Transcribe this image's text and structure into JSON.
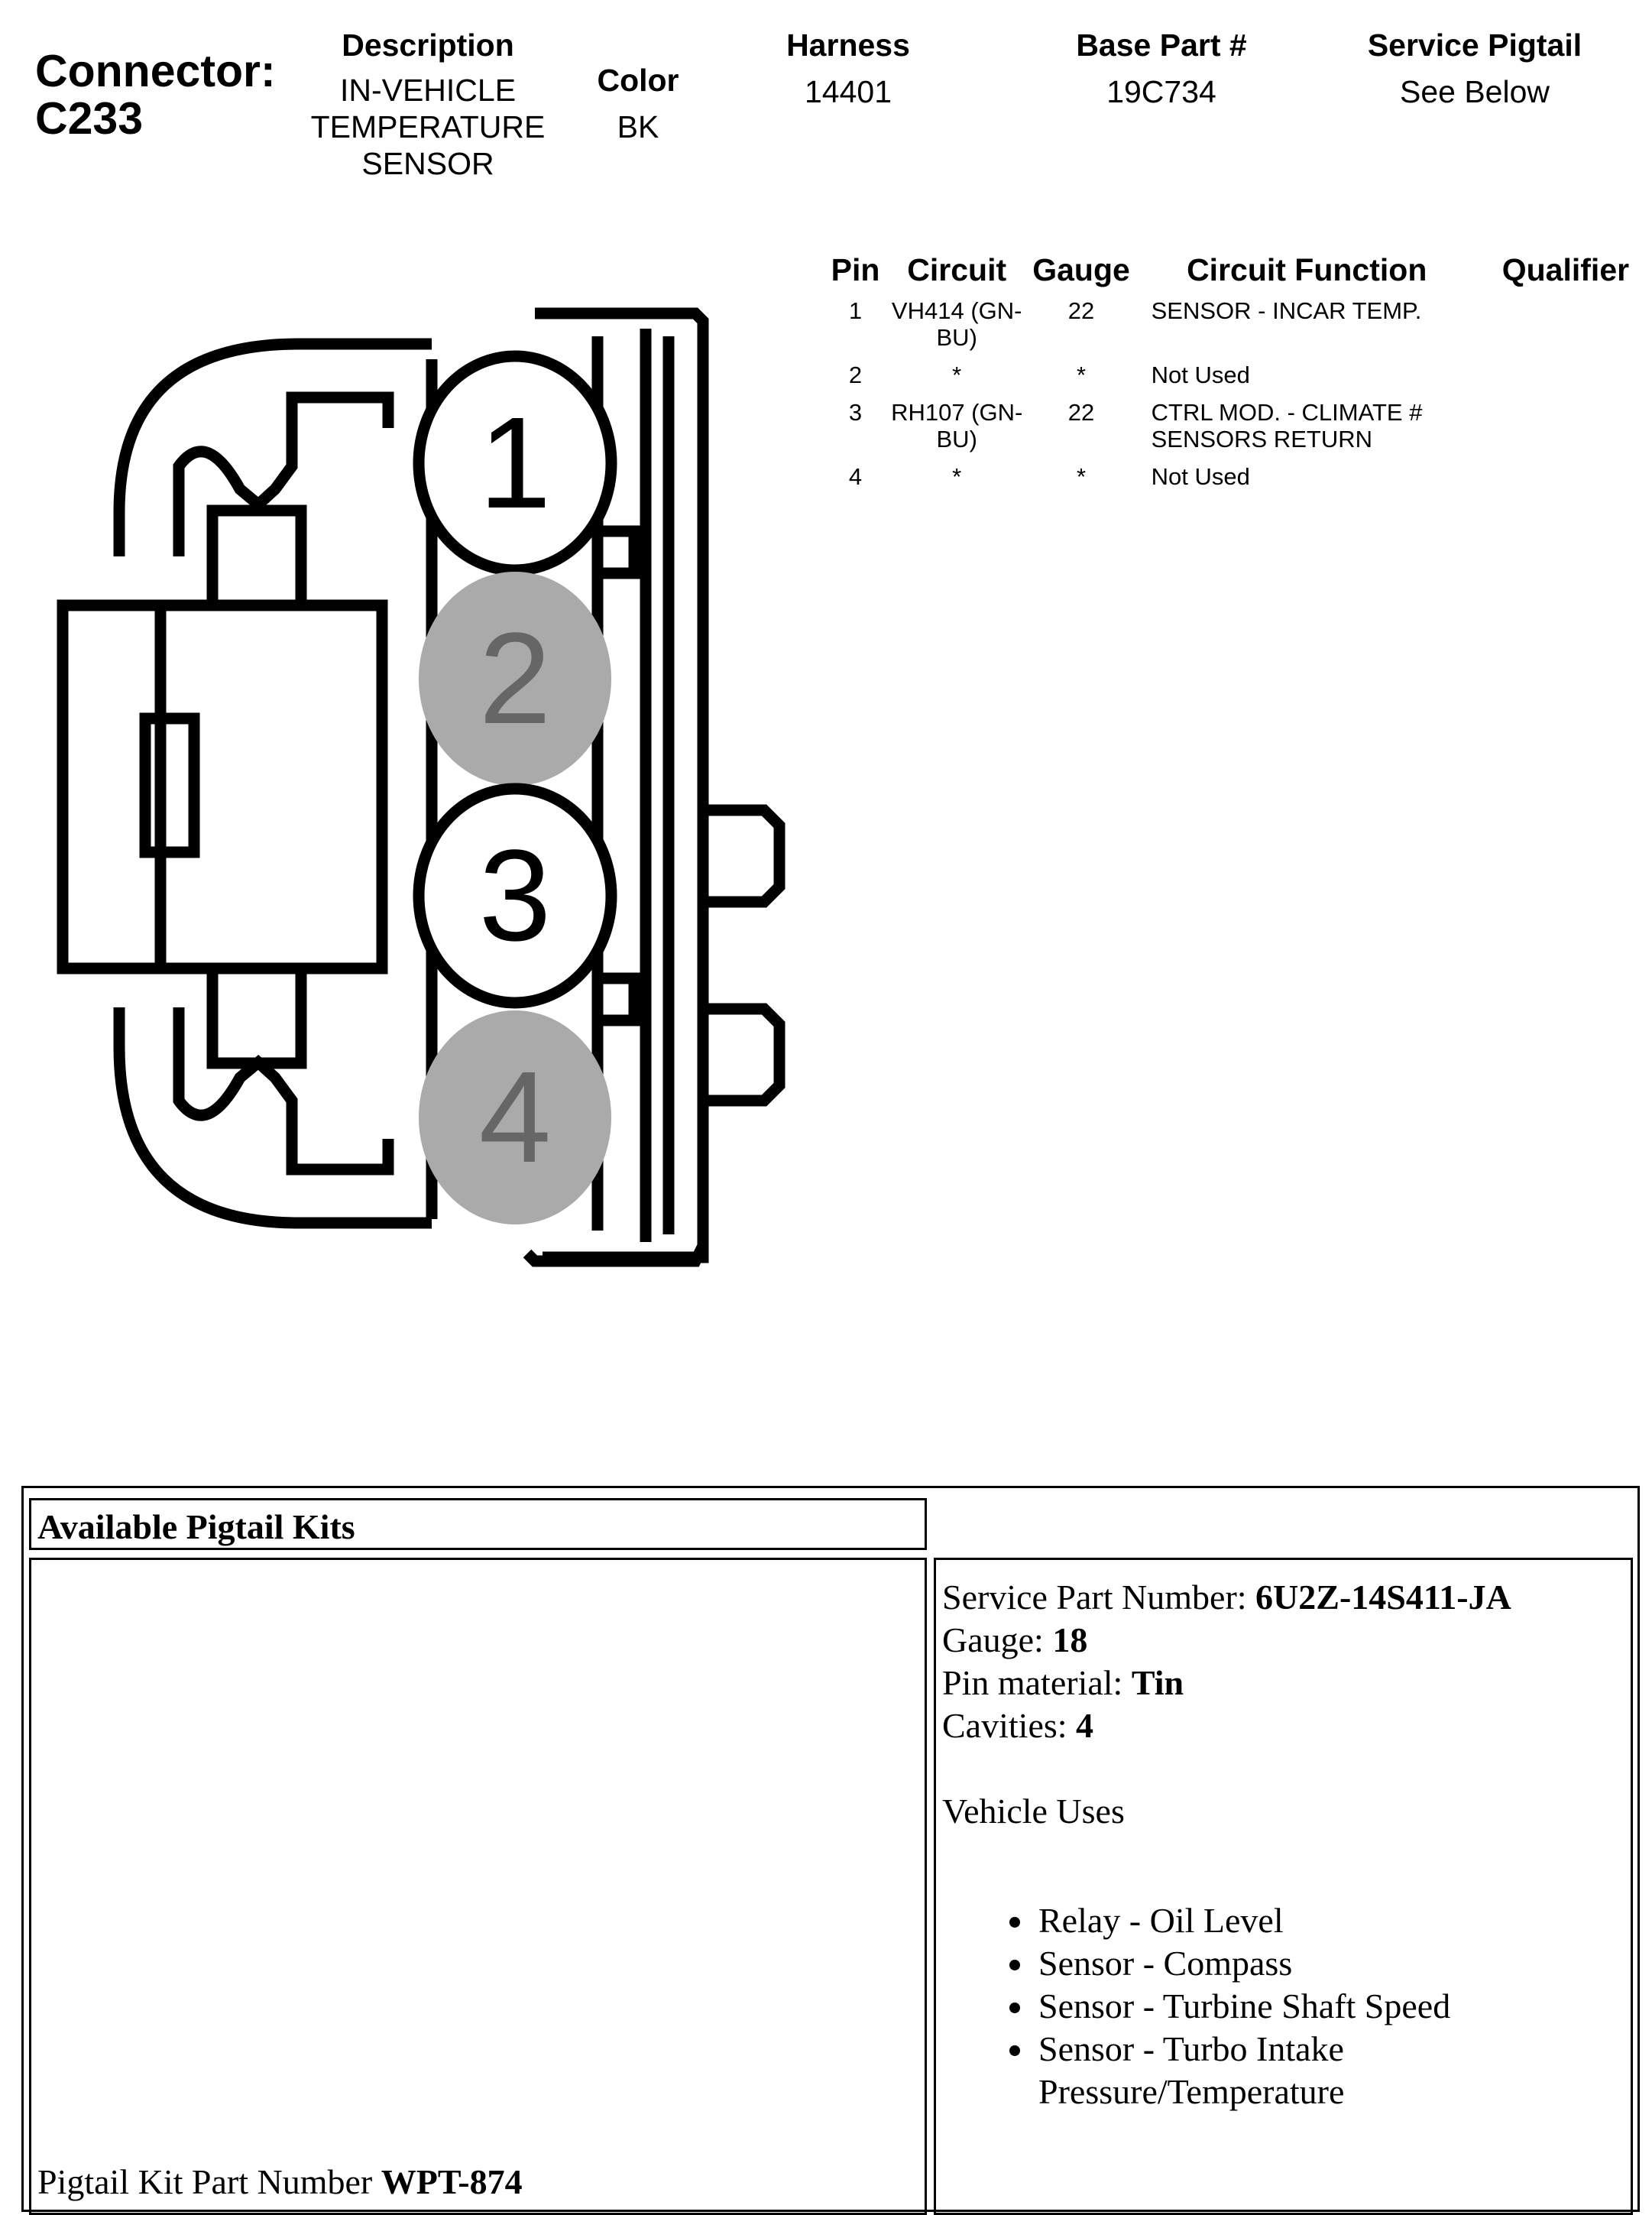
{
  "header": {
    "connector_label": "Connector:",
    "connector_id": "C233",
    "description_label": "Description",
    "description_lines": [
      "IN-VEHICLE",
      "TEMPERATURE",
      "SENSOR"
    ],
    "color_label": "Color",
    "color_value": "BK",
    "harness_label": "Harness",
    "harness_value": "14401",
    "base_part_label": "Base Part #",
    "base_part_value": "19C734",
    "pigtail_label": "Service Pigtail",
    "pigtail_value": "See Below"
  },
  "pin_table": {
    "headers": [
      "Pin",
      "Circuit",
      "Gauge",
      "Circuit Function",
      "Qualifier"
    ],
    "rows": [
      {
        "pin": "1",
        "circuit": [
          "VH414 (GN-",
          "BU)"
        ],
        "gauge": "22",
        "function": [
          "SENSOR - INCAR TEMP."
        ],
        "qualifier": ""
      },
      {
        "pin": "2",
        "circuit": [
          "*"
        ],
        "gauge": "*",
        "function": [
          "Not Used"
        ],
        "qualifier": ""
      },
      {
        "pin": "3",
        "circuit": [
          "RH107 (GN-",
          "BU)"
        ],
        "gauge": "22",
        "function": [
          "CTRL MOD. - CLIMATE #",
          "SENSORS RETURN"
        ],
        "qualifier": ""
      },
      {
        "pin": "4",
        "circuit": [
          "*"
        ],
        "gauge": "*",
        "function": [
          "Not Used"
        ],
        "qualifier": ""
      }
    ]
  },
  "diagram": {
    "pins": [
      {
        "label": "1",
        "used": true
      },
      {
        "label": "2",
        "used": false
      },
      {
        "label": "3",
        "used": true
      },
      {
        "label": "4",
        "used": false
      }
    ],
    "colors": {
      "used_fill": "#ffffff",
      "unused_fill": "#aaaaaa",
      "unused_text": "#666666",
      "outline": "#000000"
    }
  },
  "pigtail": {
    "title": "Available Pigtail Kits",
    "kit_label": "Pigtail Kit Part Number ",
    "kit_number": "WPT-874",
    "service_label": "Service Part Number: ",
    "service_value": "6U2Z-14S411-JA",
    "gauge_label": "Gauge: ",
    "gauge_value": "18",
    "pin_material_label": "Pin material: ",
    "pin_material_value": "Tin",
    "cavities_label": "Cavities: ",
    "cavities_value": "4",
    "uses_title": "Vehicle Uses",
    "uses": [
      "Relay - Oil Level",
      "Sensor - Compass",
      "Sensor - Turbine Shaft Speed",
      "Sensor - Turbo Intake Pressure/Temperature"
    ]
  }
}
